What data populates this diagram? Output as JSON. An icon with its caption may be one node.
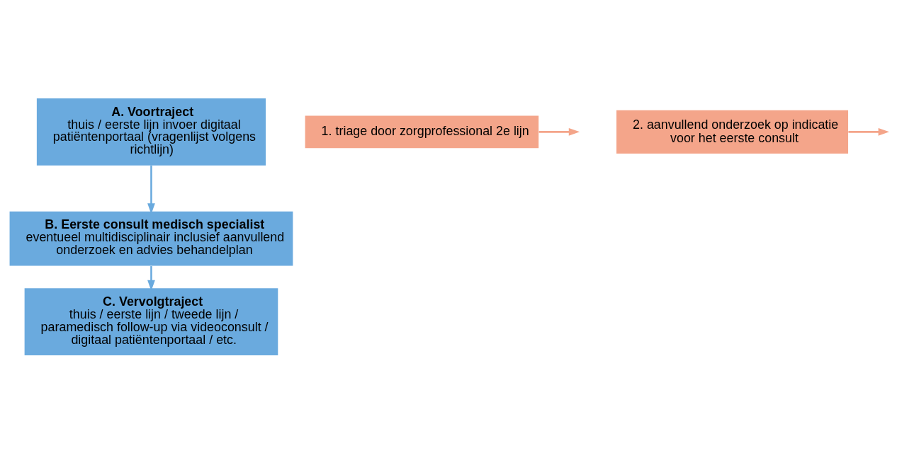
{
  "diagram": {
    "nodes": [
      {
        "text": [
          "A. Voortraject",
          "thuis / eerste lijn invoer digitaal patiëntenportaal (vragenlijst volgens richtlijn)"
        ]
      },
      {
        "text": [
          "B. Eerste consult medisch specialist",
          "eventueel multidisciplinair inclusief aanvullend onderzoek en advies behandelplan"
        ]
      },
      {
        "text": [
          "C. Vervolgtraject",
          "thuis / eerste lijn / tweede lijn / paramedisch follow-up via videoconsult / digitaal patiëntenportaal / etc."
        ]
      },
      {
        "text": [
          "1. triage door zorgprofessional 2e lijn"
        ]
      },
      {
        "text": [
          "2. aanvullend onderzoek op indicatie voor het eerste consult"
        ]
      }
    ],
    "edges": [
      {
        "from": 0,
        "to": 1,
        "arrow": "to"
      },
      {
        "from": 3,
        "to": null,
        "arrow": "to",
        "color": "#f4a58a"
      },
      {
        "from": 4,
        "to": null,
        "arrow": "to",
        "color": "#f4a58a"
      },
      {
        "from": 1,
        "to": 2,
        "arrow": "to"
      }
    ]
  }
}
